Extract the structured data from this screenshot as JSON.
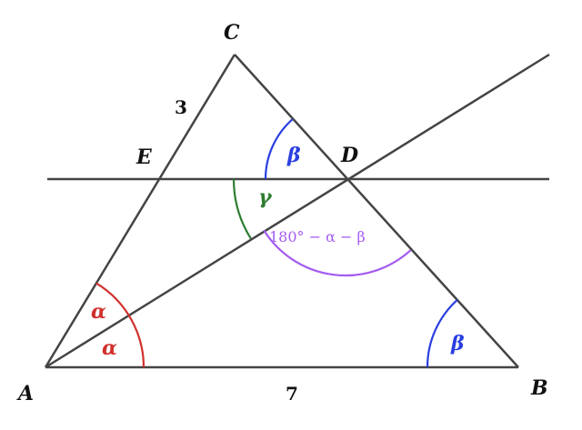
{
  "points": {
    "A": "A",
    "B": "B",
    "C": "C",
    "D": "D",
    "E": "E"
  },
  "lengths": {
    "CE": "3",
    "AB": "7"
  },
  "angles": {
    "alpha": "α",
    "beta": "β",
    "gamma": "γ",
    "third": "180° − α − β"
  },
  "colors": {
    "alpha": "#d0312d",
    "beta": "#2a3fe0",
    "gamma": "#2e7d32",
    "third": "#a45cf0",
    "lines": "#444444"
  }
}
